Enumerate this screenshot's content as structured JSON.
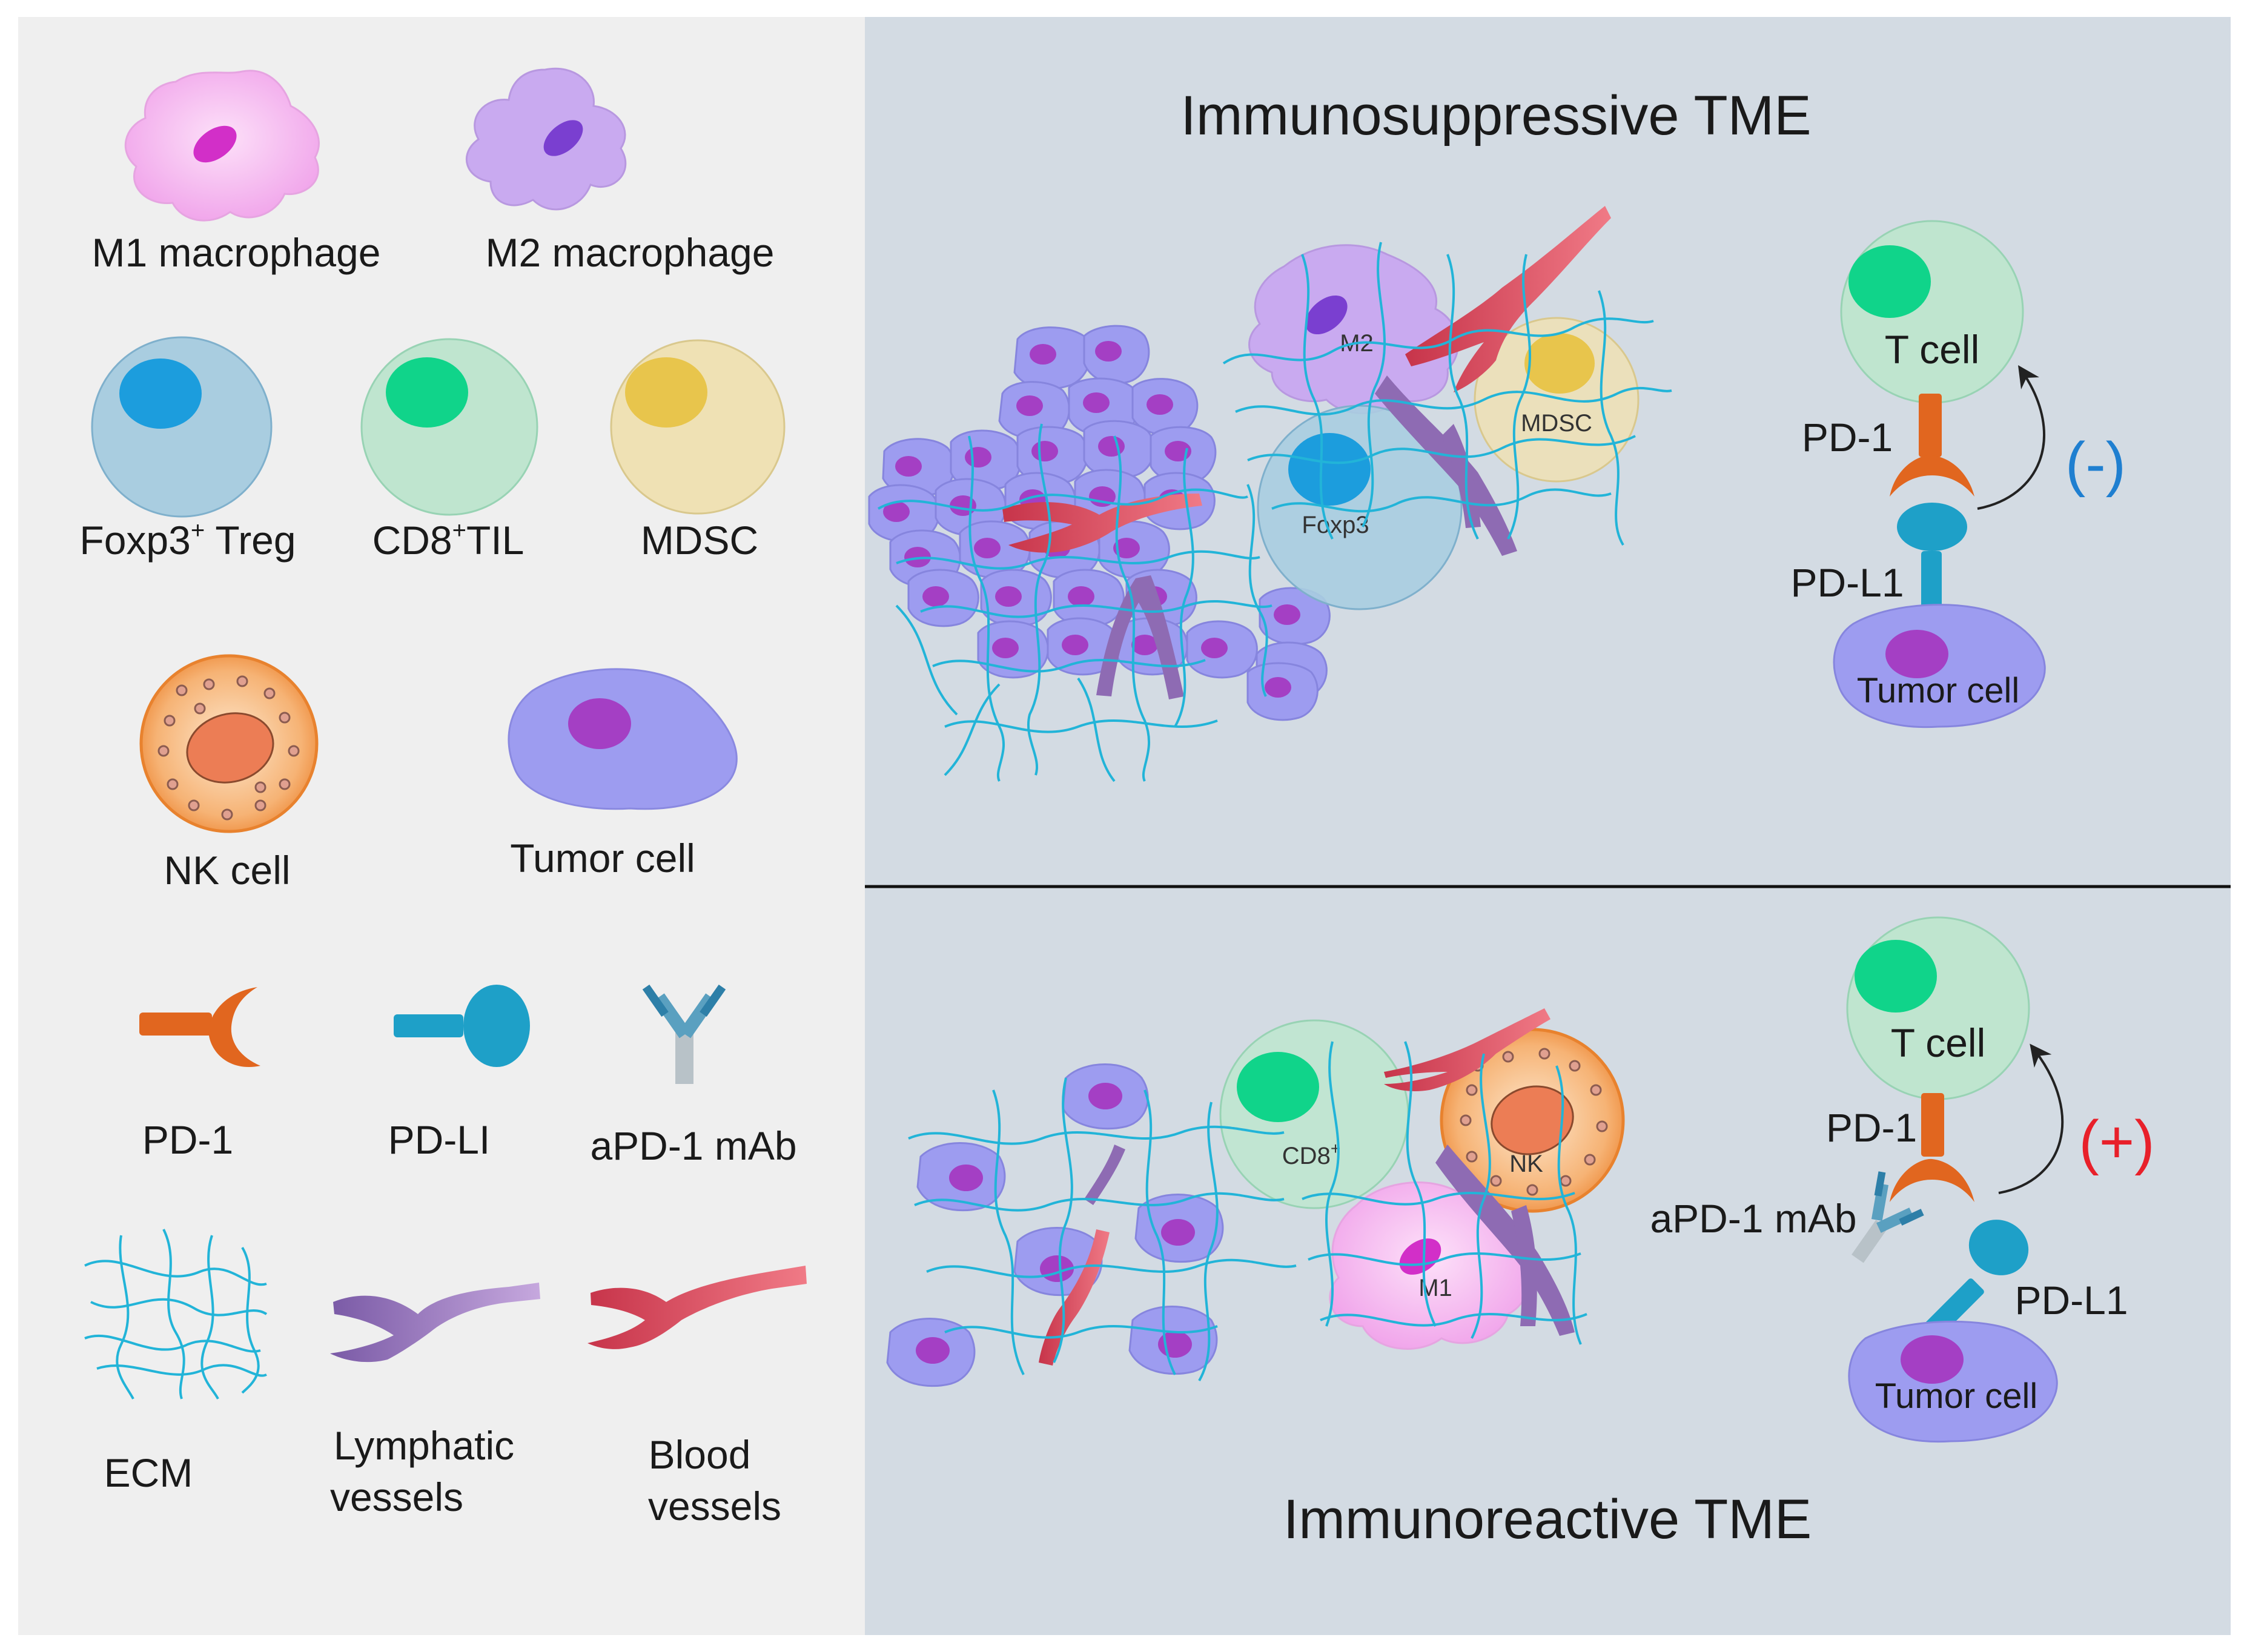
{
  "legend": {
    "m1_macrophage": "M1 macrophage",
    "m2_macrophage": "M2 macrophage",
    "foxp3_treg": "Foxp3",
    "foxp3_treg_sup": "+",
    "foxp3_treg_suffix": " Treg",
    "cd8_til": "CD8",
    "cd8_til_sup": "+",
    "cd8_til_suffix": "TIL",
    "mdsc": "MDSC",
    "nk_cell": "NK cell",
    "tumor_cell": "Tumor cell",
    "pd1": "PD-1",
    "pdl1": "PD-LI",
    "apd1_mab": "aPD-1 mAb",
    "ecm": "ECM",
    "lymphatic_vessels_1": "Lymphatic",
    "lymphatic_vessels_2": "vessels",
    "blood_vessels_1": "Blood",
    "blood_vessels_2": "vessels"
  },
  "top_panel": {
    "title": "Immunosuppressive TME",
    "m2_label": "M2",
    "mdsc_label": "MDSC",
    "foxp3_label": "Foxp3",
    "t_cell": "T cell",
    "pd1": "PD-1",
    "pdl1": "PD-L1",
    "tumor_cell": "Tumor cell",
    "effect": "(-)"
  },
  "bottom_panel": {
    "title": "Immunoreactive TME",
    "cd8_label": "CD8",
    "cd8_sup": "+",
    "nk_label": "NK",
    "m1_label": "M1",
    "t_cell": "T cell",
    "pd1": "PD-1",
    "apd1_mab": "aPD-1 mAb",
    "pdl1": "PD-L1",
    "tumor_cell": "Tumor cell",
    "effect": "(+)"
  },
  "colors": {
    "legend_bg": "#efefef",
    "panel_bg": "#d3dbe3",
    "m1": "#f3b3ee",
    "m2": "#c9aaf0",
    "treg": "#a9cde0",
    "cd8": "#bfe5cf",
    "mdsc": "#efe1b4",
    "nk": "#f2a05d",
    "tumor": "#9d9cf0",
    "tumor_nucleus": "#a43fc4",
    "pd1": "#e1661f",
    "pdl1": "#1ea0c8",
    "ecm": "#22b4d8",
    "lymphatic": "#8e6bb3",
    "blood": "#d9475a",
    "negative_effect": "#1f7fd0",
    "positive_effect": "#e8202a"
  },
  "icons": [
    "macrophage-icon",
    "t-cell-icon",
    "nk-cell-icon",
    "tumor-cell-icon",
    "pd1-receptor-icon",
    "pdl1-ligand-icon",
    "antibody-icon",
    "ecm-fiber-icon",
    "vessel-icon",
    "arrow-icon"
  ]
}
